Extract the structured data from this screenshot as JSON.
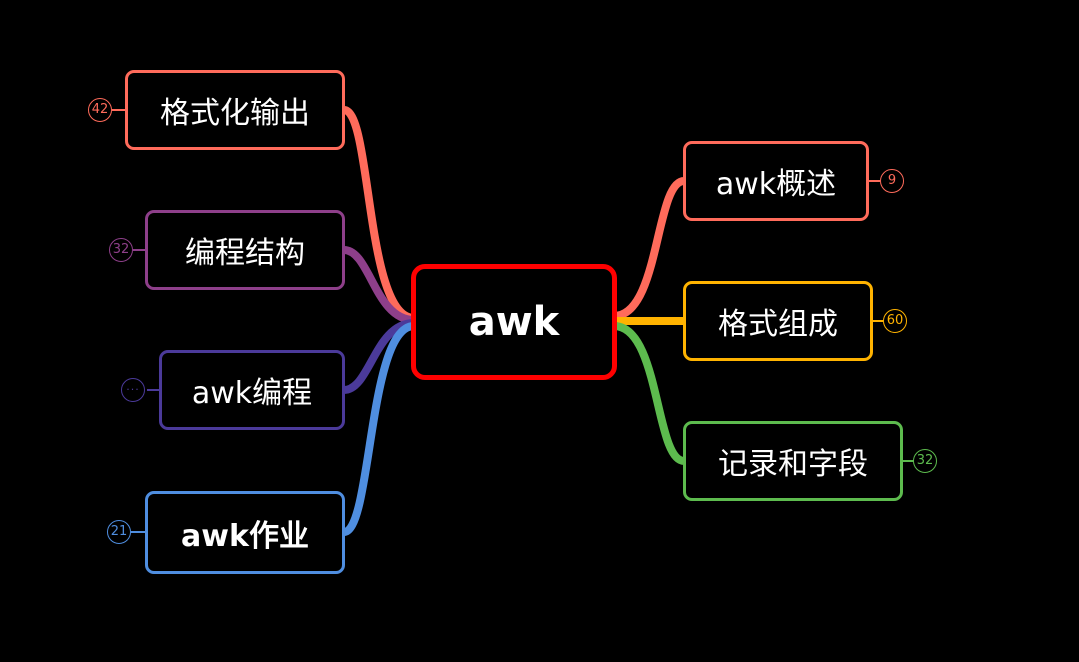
{
  "root": {
    "label": "awk",
    "color": "#ff0000"
  },
  "left": [
    {
      "id": "format-output",
      "label": "格式化输出",
      "badge": "42",
      "color": "#ff6b5b"
    },
    {
      "id": "programming-structure",
      "label": "编程结构",
      "badge": "32",
      "color": "#8e3f8a"
    },
    {
      "id": "awk-programming",
      "label": "awk编程",
      "badge": "···",
      "color": "#4b3a9a"
    },
    {
      "id": "awk-homework",
      "label": "awk作业",
      "badge": "21",
      "color": "#4f8ee0"
    }
  ],
  "right": [
    {
      "id": "awk-overview",
      "label": "awk概述",
      "badge": "9",
      "color": "#ff6b5b"
    },
    {
      "id": "format-composition",
      "label": "格式组成",
      "badge": "60",
      "color": "#ffb300"
    },
    {
      "id": "records-fields",
      "label": "记录和字段",
      "badge": "32",
      "color": "#5dbb4e"
    }
  ]
}
